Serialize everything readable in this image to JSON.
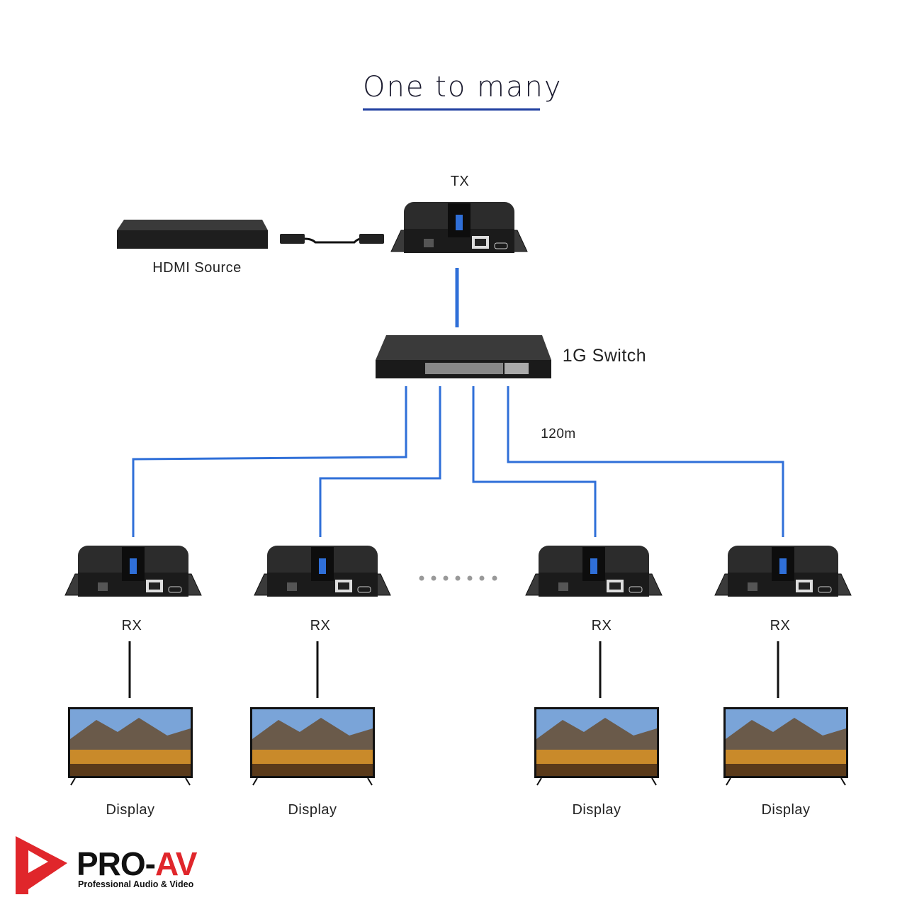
{
  "title": "One to many",
  "labels": {
    "tx": "TX",
    "hdmi_source": "HDMI Source",
    "switch": "1G Switch",
    "distance": "120m",
    "rx": [
      "RX",
      "RX",
      "RX",
      "RX"
    ],
    "display": [
      "Display",
      "Display",
      "Display",
      "Display"
    ]
  },
  "logo": {
    "name_part1": "PRO-",
    "name_part2": "AV",
    "tagline": "Professional Audio & Video"
  },
  "colors": {
    "cable": "#2f6fd8",
    "title_underline": "#1f3fa0",
    "logo_red": "#e0262b"
  }
}
